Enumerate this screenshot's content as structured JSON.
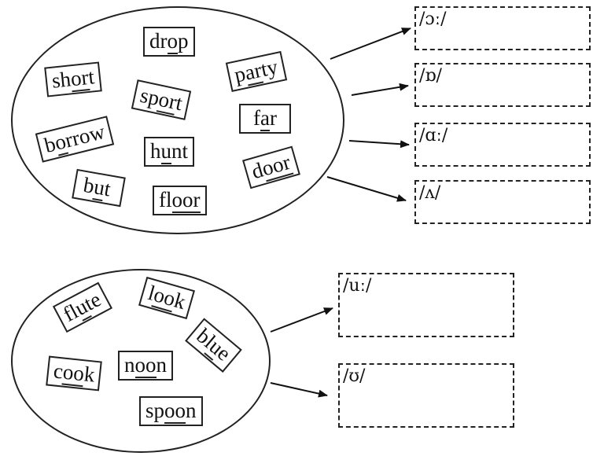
{
  "groups": [
    {
      "id": "group-1",
      "words": [
        {
          "text": "drop",
          "pre": "dr",
          "mark": "o",
          "post": "p"
        },
        {
          "text": "short",
          "pre": "sh",
          "mark": "or",
          "post": "t"
        },
        {
          "text": "sport",
          "pre": "sp",
          "mark": "or",
          "post": "t"
        },
        {
          "text": "party",
          "pre": "p",
          "mark": "ar",
          "post": "ty"
        },
        {
          "text": "far",
          "pre": "f",
          "mark": "a",
          "post": "r"
        },
        {
          "text": "borrow",
          "pre": "b",
          "mark": "o",
          "post": "rrow"
        },
        {
          "text": "hunt",
          "pre": "h",
          "mark": "u",
          "post": "nt"
        },
        {
          "text": "door",
          "pre": "d",
          "mark": "oor",
          "post": ""
        },
        {
          "text": "but",
          "pre": "b",
          "mark": "u",
          "post": "t"
        },
        {
          "text": "floor",
          "pre": "fl",
          "mark": "oor",
          "post": ""
        }
      ],
      "targets": [
        {
          "label": "/ɔː/"
        },
        {
          "label": "/ɒ/"
        },
        {
          "label": "/ɑː/"
        },
        {
          "label": "/ʌ/"
        }
      ]
    },
    {
      "id": "group-2",
      "words": [
        {
          "text": "flute",
          "pre": "fl",
          "mark": "u",
          "post": "te"
        },
        {
          "text": "look",
          "pre": "l",
          "mark": "oo",
          "post": "k"
        },
        {
          "text": "blue",
          "pre": "bl",
          "mark": "u",
          "post": "e"
        },
        {
          "text": "cook",
          "pre": "c",
          "mark": "oo",
          "post": "k"
        },
        {
          "text": "noon",
          "pre": "n",
          "mark": "oo",
          "post": "n"
        },
        {
          "text": "spoon",
          "pre": "sp",
          "mark": "oo",
          "post": "n"
        }
      ],
      "targets": [
        {
          "label": "/uː/"
        },
        {
          "label": "/ʊ/"
        }
      ]
    }
  ]
}
